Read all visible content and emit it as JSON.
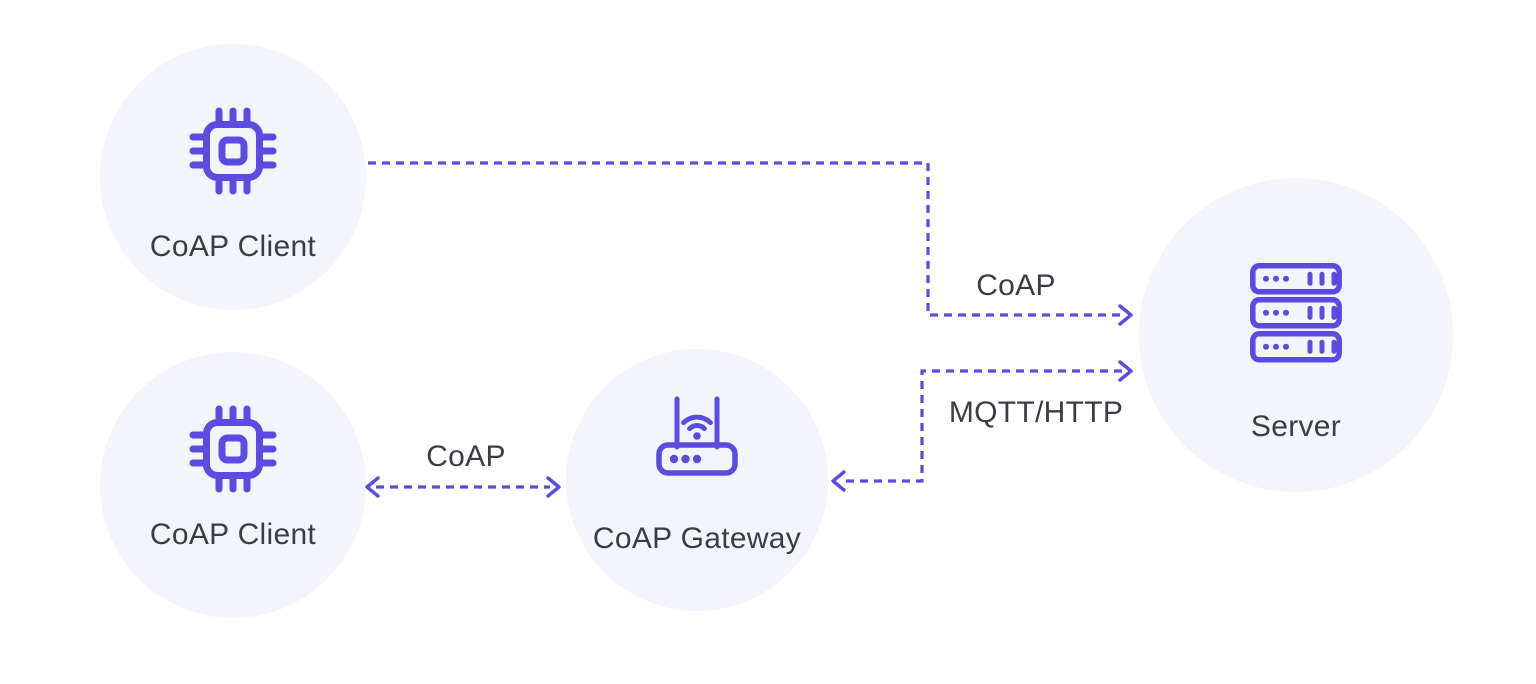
{
  "colors": {
    "accent": "#5b4be1",
    "node_background": "#f4f4fc",
    "text": "#3c3c43",
    "page_background": "#ffffff"
  },
  "nodes": [
    {
      "id": "coap-client-top",
      "label": "CoAP Client",
      "icon": "chip-icon"
    },
    {
      "id": "coap-client-bottom",
      "label": "CoAP Client",
      "icon": "chip-icon"
    },
    {
      "id": "coap-gateway",
      "label": "CoAP Gateway",
      "icon": "wifi-router-icon"
    },
    {
      "id": "server",
      "label": "Server",
      "icon": "server-rack-icon"
    }
  ],
  "connections": [
    {
      "from": "coap-client-top",
      "to": "server",
      "label": "CoAP",
      "line_style": "dashed",
      "direction": "one-way"
    },
    {
      "from": "server",
      "to": "coap-gateway",
      "label": "MQTT/HTTP",
      "line_style": "dashed",
      "direction": "two-way"
    },
    {
      "from": "coap-client-bottom",
      "to": "coap-gateway",
      "label": "CoAP",
      "line_style": "dashed",
      "direction": "two-way"
    }
  ]
}
